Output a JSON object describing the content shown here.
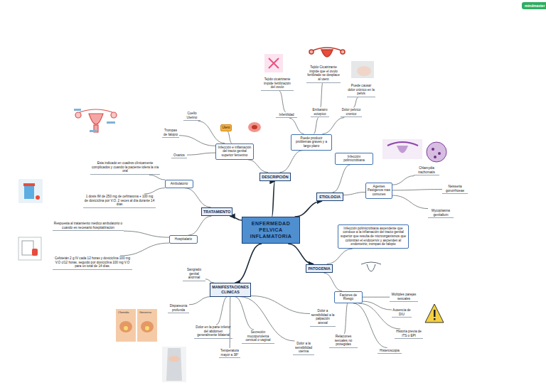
{
  "diagram": {
    "nodes": [
      {
        "text": [
          "ENFERMEDAD PELVICA INFLAMATORIA"
        ]
      },
      {
        "text": [
          "DESCRIPCIÓN"
        ]
      },
      {
        "text": [
          "Infección e inflamación del tracto genital superior femenino"
        ]
      },
      {
        "text": [
          "Cuello Uterino"
        ]
      },
      {
        "text": [
          "Trompas de falopio"
        ]
      },
      {
        "text": [
          "Ovarios"
        ]
      },
      {
        "text": [
          "Utero"
        ]
      },
      {
        "text": [
          "Puede producir problemas graves y a largo plazo"
        ]
      },
      {
        "text": [
          "Infertilidad"
        ]
      },
      {
        "text": [
          "Embarazo ectopico"
        ]
      },
      {
        "text": [
          "Dolor pelvico cronico"
        ]
      },
      {
        "text": [
          "Tejido cicatrizante impide fertilización del ovulo"
        ]
      },
      {
        "text": [
          "Tejido Cicatrizante impide que el ovulo fertilizado se desplace al utero"
        ]
      },
      {
        "text": [
          "Puede causar dolor crónico en la pelvis"
        ]
      },
      {
        "text": [
          "ETIOLOGIA"
        ]
      },
      {
        "text": [
          "Infección polimicrobiana"
        ]
      },
      {
        "text": [
          "Agentes Patógenos mas comunes"
        ]
      },
      {
        "text": [
          "Chlamydia trachomatis"
        ]
      },
      {
        "text": [
          "Neisseria gonorrhoeae"
        ]
      },
      {
        "text": [
          "Mycoplasma genitalium"
        ]
      },
      {
        "text": [
          "PATOGENIA"
        ]
      },
      {
        "text": [
          "Infección polimicrobiana ascendente que conduce a la inflamación del tracto genital superior que resulta de microorganismos que colonizan el endocérvix y ascienden al endometrio, trompas de falopio"
        ]
      },
      {
        "text": [
          "Factores de Riesgo"
        ]
      },
      {
        "text": [
          "Múltiples parejas sexuales"
        ]
      },
      {
        "text": [
          "Ausencia de DIU"
        ]
      },
      {
        "text": [
          "Historia previa de ITS o EPI"
        ]
      },
      {
        "text": [
          "Relaciones sexuales no protegidas"
        ]
      },
      {
        "text": [
          "Histeroscopia"
        ]
      },
      {
        "text": [
          "MANIFESTACIONES CLINICAS"
        ]
      },
      {
        "text": [
          "Sangrado genital anormal"
        ]
      },
      {
        "text": [
          "Dispareunia profunda"
        ]
      },
      {
        "text": [
          "Dolor en la parte inferior del abdomen generalmente bilateral"
        ]
      },
      {
        "text": [
          "Secreción mucopurulenta cervical o vaginal"
        ]
      },
      {
        "text": [
          "Temperatura mayor a 38°"
        ]
      },
      {
        "text": [
          "Dolor a la sensibilidad uterina"
        ]
      },
      {
        "text": [
          "Dolor a sensibilidad a la palpación anexal"
        ]
      },
      {
        "text": [
          "TRATAMIENTO"
        ]
      },
      {
        "text": [
          "Ambulatorio"
        ]
      },
      {
        "text": [
          "Esta indicado en cuadros clínicamente complicados y cuando la paciente tolera la vía oral"
        ]
      },
      {
        "text": [
          "1 dosis IM de 250 mg de ceftriaxona + 100 mg de doxiciclina por V.O. 2 veces al día durante 14 días"
        ]
      },
      {
        "text": [
          "Hospitalario"
        ]
      },
      {
        "text": [
          "Respuesta al tratamiento médico ambulatorio o cuando es necesario hospitalizacion"
        ]
      },
      {
        "text": [
          "Cefotetán 2 g IV cada 12 horas y doxiciclina 100 mg V.O c/12 horas, seguido por doxiciclina 100 mg V.O para un total de 14 días."
        ]
      }
    ],
    "edges": [
      {
        "from": 0,
        "to": 1,
        "arrow": "to"
      },
      {
        "from": 0,
        "to": 14,
        "arrow": "to"
      },
      {
        "from": 0,
        "to": 20,
        "arrow": "to"
      },
      {
        "from": 0,
        "to": 28,
        "arrow": "to"
      },
      {
        "from": 0,
        "to": 36,
        "arrow": "to"
      },
      {
        "from": 1,
        "to": 2,
        "arrow": "none"
      },
      {
        "from": 1,
        "to": 7,
        "arrow": "none"
      },
      {
        "from": 2,
        "to": 3,
        "arrow": "none"
      },
      {
        "from": 2,
        "to": 4,
        "arrow": "none"
      },
      {
        "from": 2,
        "to": 5,
        "arrow": "none"
      },
      {
        "from": 2,
        "to": 6,
        "arrow": "none"
      },
      {
        "from": 7,
        "to": 8,
        "arrow": "none"
      },
      {
        "from": 7,
        "to": 9,
        "arrow": "none"
      },
      {
        "from": 7,
        "to": 10,
        "arrow": "none"
      },
      {
        "from": 8,
        "to": 11,
        "arrow": "none"
      },
      {
        "from": 9,
        "to": 12,
        "arrow": "none"
      },
      {
        "from": 10,
        "to": 13,
        "arrow": "none"
      },
      {
        "from": 14,
        "to": 15,
        "arrow": "none"
      },
      {
        "from": 14,
        "to": 16,
        "arrow": "none"
      },
      {
        "from": 16,
        "to": 17,
        "arrow": "none"
      },
      {
        "from": 16,
        "to": 18,
        "arrow": "none"
      },
      {
        "from": 16,
        "to": 19,
        "arrow": "none"
      },
      {
        "from": 20,
        "to": 21,
        "arrow": "none"
      },
      {
        "from": 20,
        "to": 22,
        "arrow": "none"
      },
      {
        "from": 22,
        "to": 23,
        "arrow": "none"
      },
      {
        "from": 22,
        "to": 24,
        "arrow": "none"
      },
      {
        "from": 22,
        "to": 25,
        "arrow": "none"
      },
      {
        "from": 22,
        "to": 26,
        "arrow": "none"
      },
      {
        "from": 22,
        "to": 27,
        "arrow": "none"
      },
      {
        "from": 28,
        "to": 29,
        "arrow": "none"
      },
      {
        "from": 28,
        "to": 30,
        "arrow": "none"
      },
      {
        "from": 28,
        "to": 31,
        "arrow": "none"
      },
      {
        "from": 28,
        "to": 32,
        "arrow": "none"
      },
      {
        "from": 28,
        "to": 33,
        "arrow": "none"
      },
      {
        "from": 28,
        "to": 34,
        "arrow": "none"
      },
      {
        "from": 28,
        "to": 35,
        "arrow": "none"
      },
      {
        "from": 36,
        "to": 37,
        "arrow": "none"
      },
      {
        "from": 36,
        "to": 40,
        "arrow": "none"
      },
      {
        "from": 37,
        "to": 38,
        "arrow": "none"
      },
      {
        "from": 37,
        "to": 39,
        "arrow": "none"
      },
      {
        "from": 40,
        "to": 41,
        "arrow": "none"
      },
      {
        "from": 40,
        "to": 42,
        "arrow": "none"
      }
    ],
    "labels": [
      "Clamidia",
      "Gonorrea",
      "mindmaster"
    ]
  }
}
